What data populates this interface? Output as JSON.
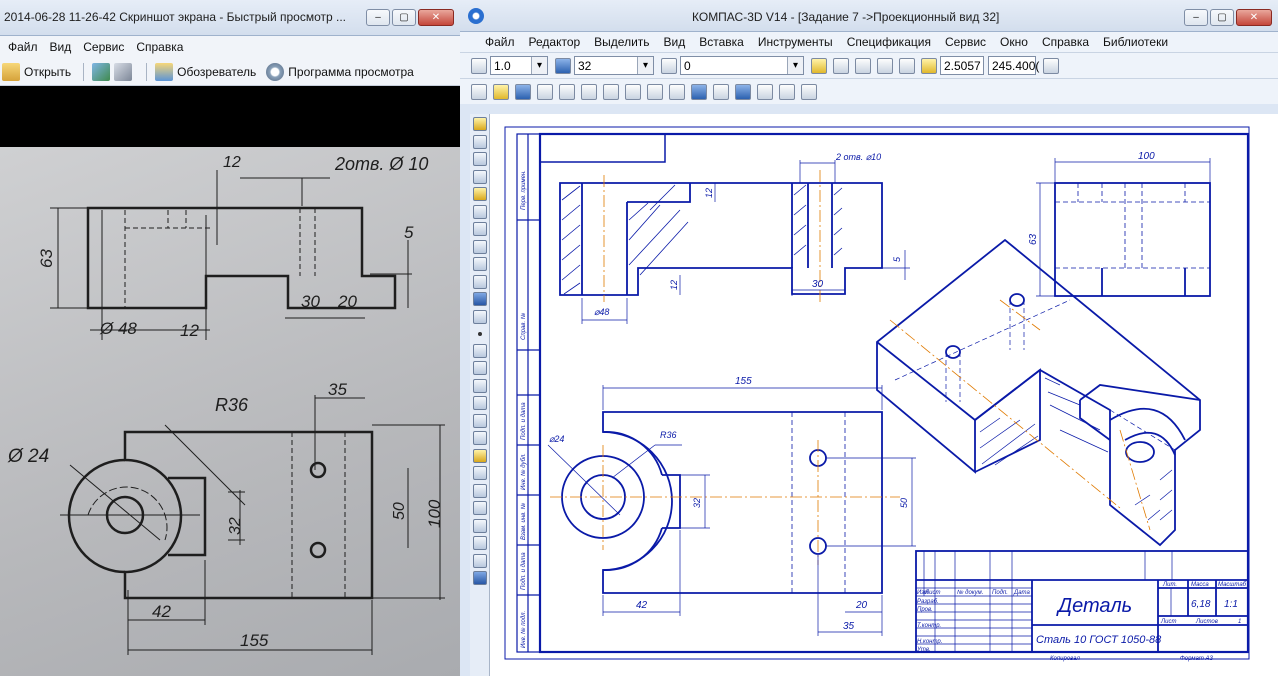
{
  "left_window": {
    "title": "2014-06-28 11-26-42 Скриншот экрана - Быстрый просмотр ...",
    "menu": [
      "Файл",
      "Вид",
      "Сервис",
      "Справка"
    ],
    "toolbar": {
      "open": "Открыть",
      "browser": "Обозреватель",
      "program": "Программа просмотра"
    },
    "sketch": {
      "d12_top": "12",
      "holes": "2отв. Ø 10",
      "d63": "63",
      "d5": "5",
      "d30": "30",
      "d20": "20",
      "d48": "Ø 48",
      "d12_bot": "12",
      "d35": "35",
      "r36": "R36",
      "d24": "Ø 24",
      "d32": "32",
      "d50": "50",
      "d100": "100",
      "d42": "42",
      "d155": "155"
    }
  },
  "right_window": {
    "title": "КОМПАС-3D V14 - [Задание 7 ->Проекционный вид 32]",
    "menu": [
      "Файл",
      "Редактор",
      "Выделить",
      "Вид",
      "Вставка",
      "Инструменты",
      "Спецификация",
      "Сервис",
      "Окно",
      "Справка",
      "Библиотеки"
    ],
    "props": {
      "scale": "1.0",
      "view": "32",
      "layer": "0",
      "x": "2.5057",
      "y": "245.400("
    },
    "drawing": {
      "holes": "2 отв. ⌀10",
      "d48": "⌀48",
      "d30": "30",
      "d12a": "12",
      "d12b": "12",
      "d5": "5",
      "d100": "100",
      "d63": "63",
      "d155": "155",
      "d24": "⌀24",
      "r36": "R36",
      "d32": "32",
      "d50": "50",
      "d42": "42",
      "d20": "20",
      "d35": "35"
    },
    "title_block": {
      "name": "Деталь",
      "material": "Сталь 10  ГОСТ 1050-88",
      "mass_label": "Масса",
      "mass": "6,18",
      "scale_label": "Масштаб",
      "scale": "1:1",
      "lit": "Лит.",
      "sheet": "Лист",
      "sheets": "Листов",
      "sheets_val": "1",
      "row_labels": [
        "Изм",
        "Лист",
        "№ докум.",
        "Подп.",
        "Дата"
      ],
      "roles": [
        "Разраб.",
        "Пров.",
        "Т.контр.",
        "Н.контр.",
        "Утв."
      ],
      "copied": "Копировал",
      "format": "Формат  А3"
    },
    "frame_labels": [
      "Инв. № подл.",
      "Подп. и дата",
      "Взам. инв. №",
      "Инв. № дубл.",
      "Подп. и дата",
      "Справ. №",
      "Перв. примен."
    ]
  },
  "colors": {
    "ink": "#0a1aa8",
    "axis": "#e07a00",
    "sketch": "#1e1e1e"
  }
}
